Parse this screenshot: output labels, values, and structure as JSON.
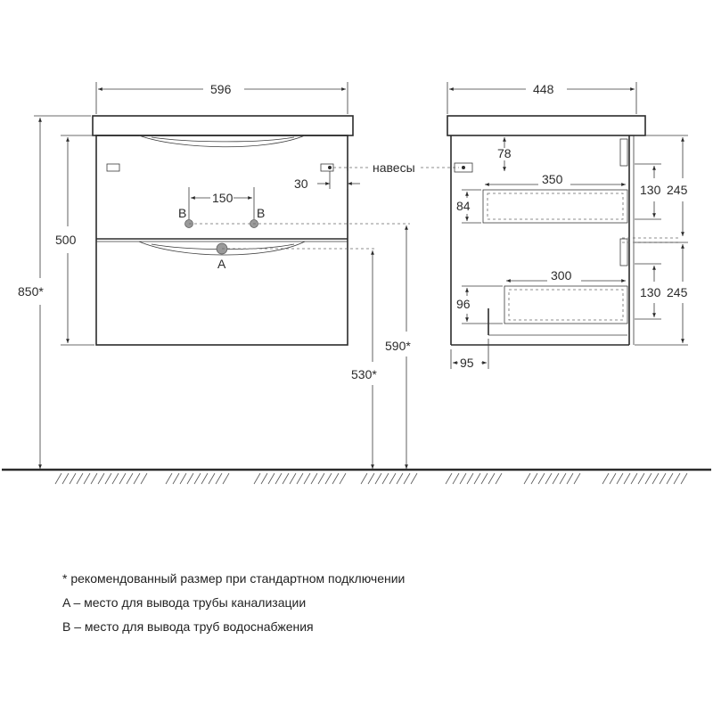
{
  "dimensions": {
    "front_width": "596",
    "side_depth": "448",
    "total_height": "850*",
    "cabinet_height": "500",
    "pipe_spacing": "150",
    "hanger_offset": "30",
    "height_590": "590*",
    "height_530": "530*",
    "hanger_drop": "78",
    "top_drawer_depth": "350",
    "top_drawer_height": "84",
    "bottom_drawer_depth": "300",
    "bottom_drawer_height": "96",
    "plinth_depth": "95",
    "upper_130": "130",
    "upper_245": "245",
    "lower_130": "130",
    "lower_245": "245"
  },
  "labels": {
    "hangers": "навесы",
    "point_a": "A",
    "point_b_left": "B",
    "point_b_right": "B"
  },
  "notes": [
    "* рекомендованный размер при стандартном подключении",
    "A – место для вывода трубы канализации",
    "B – место для вывода труб водоснабжения"
  ],
  "colors": {
    "line": "#2b2b2b",
    "dimension_line": "#3a3a3a",
    "dashed": "#6a6a6a",
    "pipe_marker": "#9a9a9a"
  }
}
